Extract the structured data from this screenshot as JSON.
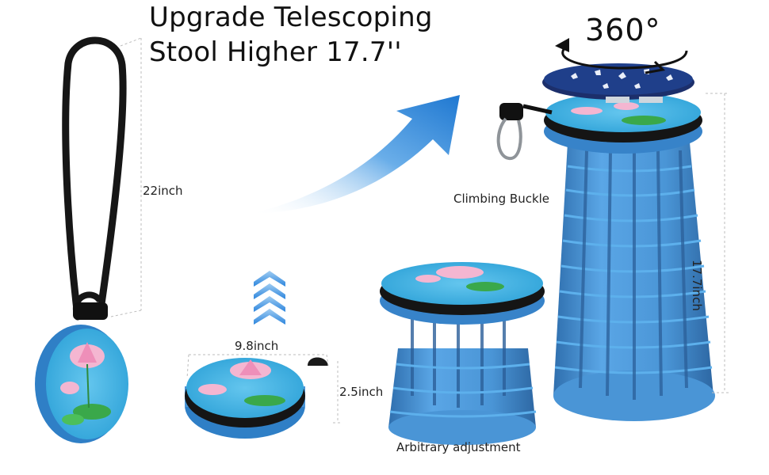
{
  "headline": {
    "line1": "Upgrade Telescoping",
    "line2": "Stool Higher 17.7''"
  },
  "labels": {
    "strap_length": "22inch",
    "diameter": "9.8inch",
    "folded_height": "2.5inch",
    "extended_height": "17.7inch",
    "climbing_buckle": "Climbing Buckle",
    "arbitrary_adjustment": "Arbitrary adjustment",
    "rotation": "360°"
  },
  "colors": {
    "stool_blue": "#4a95d6",
    "stool_blue_dark": "#2f6fae",
    "seat_top": "#43b6e4",
    "rim": "#1e1e1e",
    "arrow_blue": "#2e86de",
    "lotus_pink": "#f19ac0",
    "leaf_green": "#3aa84a"
  },
  "icons": {
    "rotation_arrow": "rotate-360-icon",
    "up_chevrons": "chevron-up-icon",
    "curved_arrow": "curved-arrow-icon",
    "carabiner": "carabiner-icon"
  }
}
